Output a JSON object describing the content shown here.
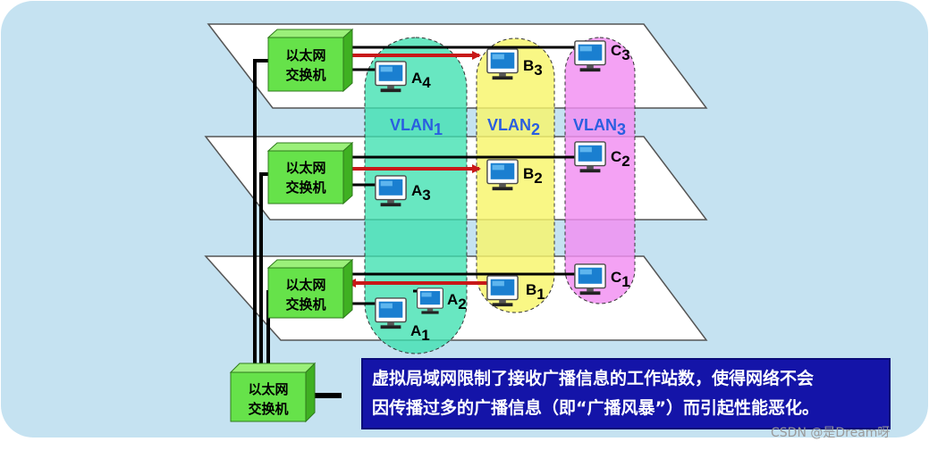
{
  "switch_label": [
    "以太网",
    "交换机"
  ],
  "vlans": [
    {
      "name": "VLAN",
      "sub": "1",
      "color": "#2a5ee0"
    },
    {
      "name": "VLAN",
      "sub": "2",
      "color": "#2a5ee0"
    },
    {
      "name": "VLAN",
      "sub": "3",
      "color": "#2a5ee0"
    }
  ],
  "hosts": {
    "A4": {
      "name": "A",
      "sub": "4"
    },
    "A3": {
      "name": "A",
      "sub": "3"
    },
    "A2": {
      "name": "A",
      "sub": "2"
    },
    "A1": {
      "name": "A",
      "sub": "1"
    },
    "B3": {
      "name": "B",
      "sub": "3"
    },
    "B2": {
      "name": "B",
      "sub": "2"
    },
    "B1": {
      "name": "B",
      "sub": "1"
    },
    "C3": {
      "name": "C",
      "sub": "3"
    },
    "C2": {
      "name": "C",
      "sub": "2"
    },
    "C1": {
      "name": "C",
      "sub": "1"
    }
  },
  "caption": {
    "line1": "虚拟局域网限制了接收广播信息的工作站数，使得网络不会",
    "line2": "因传播过多的广播信息（即“广播风暴”）而引起性能恶化。"
  },
  "watermark": "CSDN @是Dream呀",
  "colors": {
    "background_panel": "#c5e2f1",
    "vlan1_fill": "#3ee0b0",
    "vlan2_fill": "#f8f56a",
    "vlan3_fill": "#f28ef2",
    "switch_fill": "#66e24a",
    "arrow": "#c81818",
    "caption_bg": "#1414a8"
  }
}
